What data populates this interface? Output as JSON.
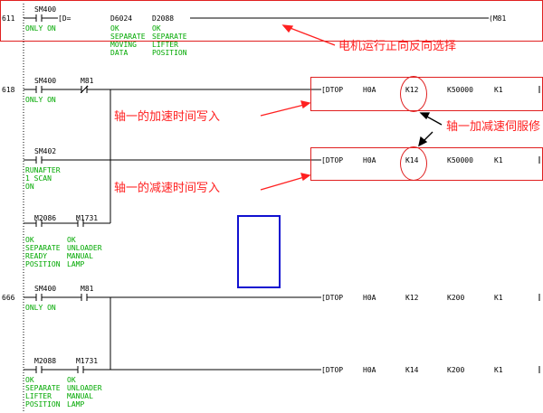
{
  "steps": {
    "s611": "611",
    "s618": "618",
    "s666": "666"
  },
  "rung611": {
    "c1_dev": "SM400",
    "c1_c1": "ONLY ON",
    "cmp_op": "[D=",
    "d1": "D6024",
    "d2": "D2088",
    "d1_c1": "OK",
    "d1_c2": "SEPARATE",
    "d1_c3": "MOVING",
    "d1_c4": "DATA",
    "d2_c1": "OK",
    "d2_c2": "SEPARATE",
    "d2_c3": "LIFTER",
    "d2_c4": "POSITION",
    "coil": "M81"
  },
  "rung618": {
    "c1_dev": "SM400",
    "c1_c1": "ONLY ON",
    "c2_dev": "M81",
    "i1_op": "[DTOP",
    "i1_a": "H0A",
    "i1_b": "K12",
    "i1_c": "K50000",
    "i1_d": "K1",
    "c3_dev": "SM402",
    "c3_c1": "RUNAFTER",
    "c3_c2": "1 SCAN",
    "c3_c3": "ON",
    "i2_op": "[DTOP",
    "i2_a": "H0A",
    "i2_b": "K14",
    "i2_c": "K50000",
    "i2_d": "K1",
    "c4_dev": "M2086",
    "c4_c1": "OK",
    "c4_c2": "SEPARATE",
    "c4_c3": "READY",
    "c4_c4": "POSITION",
    "c5_dev": "M1731",
    "c5_c1": "OK",
    "c5_c2": "UNLOADER",
    "c5_c3": "MANUAL",
    "c5_c4": "LAMP"
  },
  "rung666": {
    "c1_dev": "SM400",
    "c1_c1": "ONLY ON",
    "c2_dev": "M81",
    "i1_op": "[DTOP",
    "i1_a": "H0A",
    "i1_b": "K12",
    "i1_c": "K200",
    "i1_d": "K1",
    "c3_dev": "M2088",
    "c3_c1": "OK",
    "c3_c2": "SEPARATE",
    "c3_c3": "LIFTER",
    "c3_c4": "POSITION",
    "c4_dev": "M1731",
    "c4_c1": "OK",
    "c4_c2": "UNLOADER",
    "c4_c3": "MANUAL",
    "c4_c4": "LAMP",
    "i2_op": "[DTOP",
    "i2_a": "H0A",
    "i2_b": "K14",
    "i2_c": "K200",
    "i2_d": "K1"
  },
  "annotations": {
    "motor_dir": "电机运行正向反向选择",
    "accel": "轴一的加速时间写入",
    "decel": "轴一的减速时间写入",
    "servo": "轴一加减速伺服修"
  },
  "colors": {
    "comment": "#00a800",
    "annotation": "#ff2020",
    "blue_box": "#1010d0"
  }
}
